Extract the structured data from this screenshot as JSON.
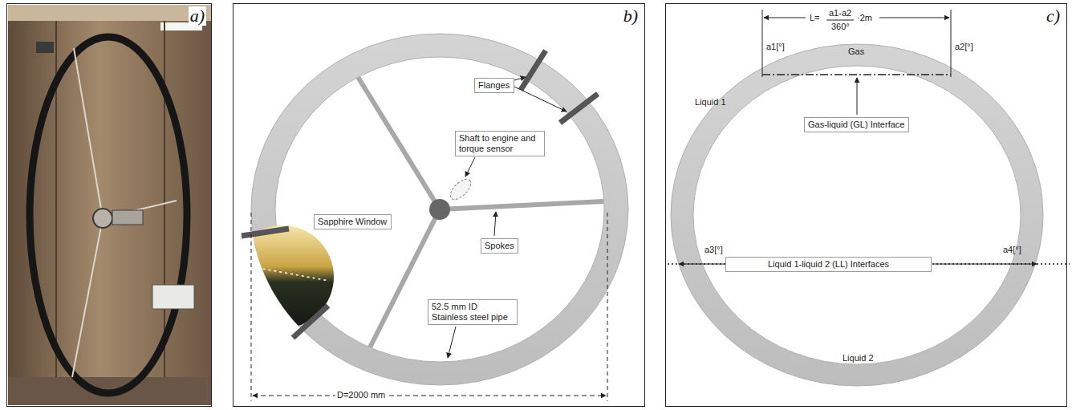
{
  "diagram": {
    "nodes": [
      {
        "text": [
          "a)"
        ]
      },
      {
        "text": [
          "b)"
        ]
      },
      {
        "text": [
          "Shaft to engine and torque sensor"
        ],
        "in": 1
      },
      {
        "text": [
          "Flanges"
        ],
        "in": 1
      },
      {
        "text": [
          "Sapphire Window"
        ],
        "in": 1
      },
      {
        "text": [
          "Spokes"
        ],
        "in": 1
      },
      {
        "text": [
          "52.5 mm ID Stainless steel pipe"
        ],
        "in": 1
      },
      {
        "text": [
          "c)"
        ]
      },
      {
        "text": [
          "Gas-liquid (GL) Interface"
        ],
        "in": 7
      },
      {
        "text": [
          "Liquid 1-liquid 2 (LL) Interfaces"
        ],
        "in": 7
      }
    ],
    "labels": [
      "D=2000 mm",
      "L=",
      "a1-a2",
      "360°",
      "·2m",
      "a1[°]",
      "a2[°]",
      "Gas",
      "Liquid 1",
      "a3[°]",
      "a4[°]",
      "Liquid 2"
    ]
  }
}
